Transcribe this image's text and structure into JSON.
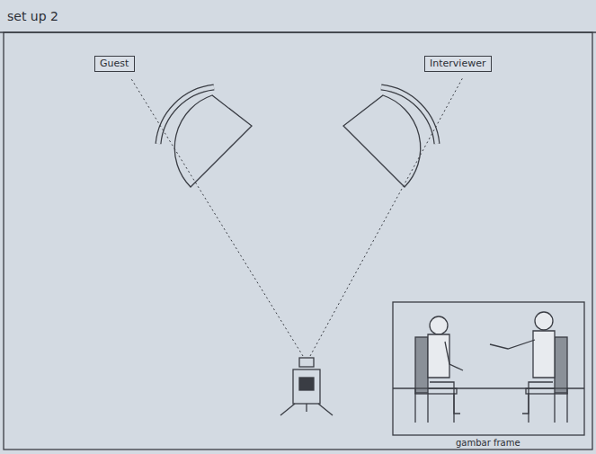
{
  "diagram": {
    "title": "set up 2",
    "nodes": [
      {
        "text": [
          "Guest"
        ]
      },
      {
        "text": [
          "Interviewer"
        ]
      }
    ],
    "labels": [
      "gambar frame"
    ]
  }
}
